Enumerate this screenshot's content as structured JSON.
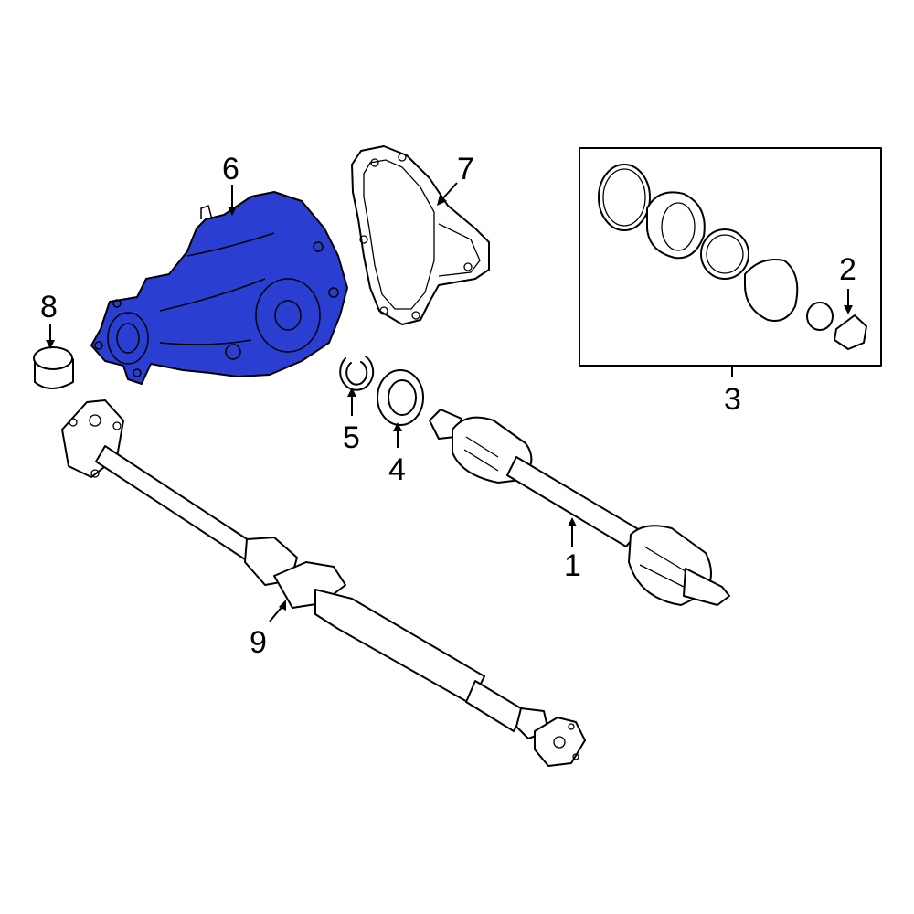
{
  "diagram": {
    "highlight_color": "#2a3fd1",
    "callouts": [
      {
        "id": "1",
        "label": "1"
      },
      {
        "id": "2",
        "label": "2"
      },
      {
        "id": "3",
        "label": "3"
      },
      {
        "id": "4",
        "label": "4"
      },
      {
        "id": "5",
        "label": "5"
      },
      {
        "id": "6",
        "label": "6"
      },
      {
        "id": "7",
        "label": "7"
      },
      {
        "id": "8",
        "label": "8"
      },
      {
        "id": "9",
        "label": "9"
      }
    ]
  }
}
